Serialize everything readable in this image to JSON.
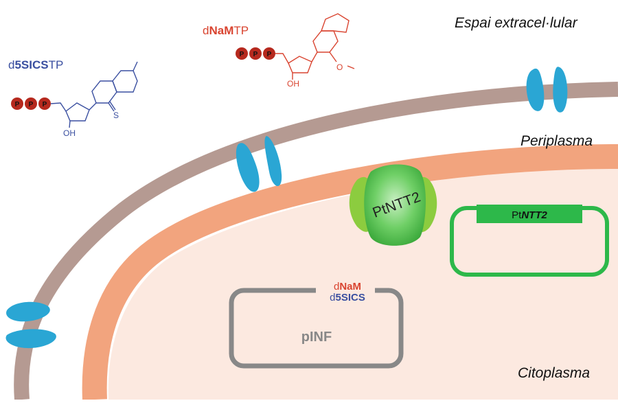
{
  "regions": {
    "extracellular": "Espai extracel·lular",
    "periplasm": "Periplasma",
    "cytoplasm": "Citoplasma"
  },
  "molecules": {
    "d5sics": {
      "prefix": "d",
      "bold": "5SICS",
      "suffix": "TP",
      "phosphate": "P",
      "hydroxyl": "OH",
      "sulfur": "S",
      "color": "#3a4fa0"
    },
    "dnam": {
      "prefix": "d",
      "bold": "NaM",
      "suffix": "TP",
      "phosphate": "P",
      "hydroxyl": "OH",
      "color": "#d94430"
    }
  },
  "transporter": {
    "label": "PtNTT2",
    "color": "#4fbf4a"
  },
  "plasmids": {
    "expression": {
      "gene_prefix": "Pt",
      "gene_italic": "NTT2",
      "color": "#2db84a"
    },
    "pinf": {
      "name": "pINF",
      "top_base": "d",
      "top_base_bold": "NaM",
      "bottom_base": "d",
      "bottom_base_bold": "5SICS",
      "color": "#888888"
    }
  },
  "colors": {
    "outer_membrane": "#b59a92",
    "inner_membrane": "#f2a47e",
    "cytoplasm_fill": "#fce9e0",
    "porin": "#2aa6d4",
    "phosphate_bead": "#b6291e"
  }
}
